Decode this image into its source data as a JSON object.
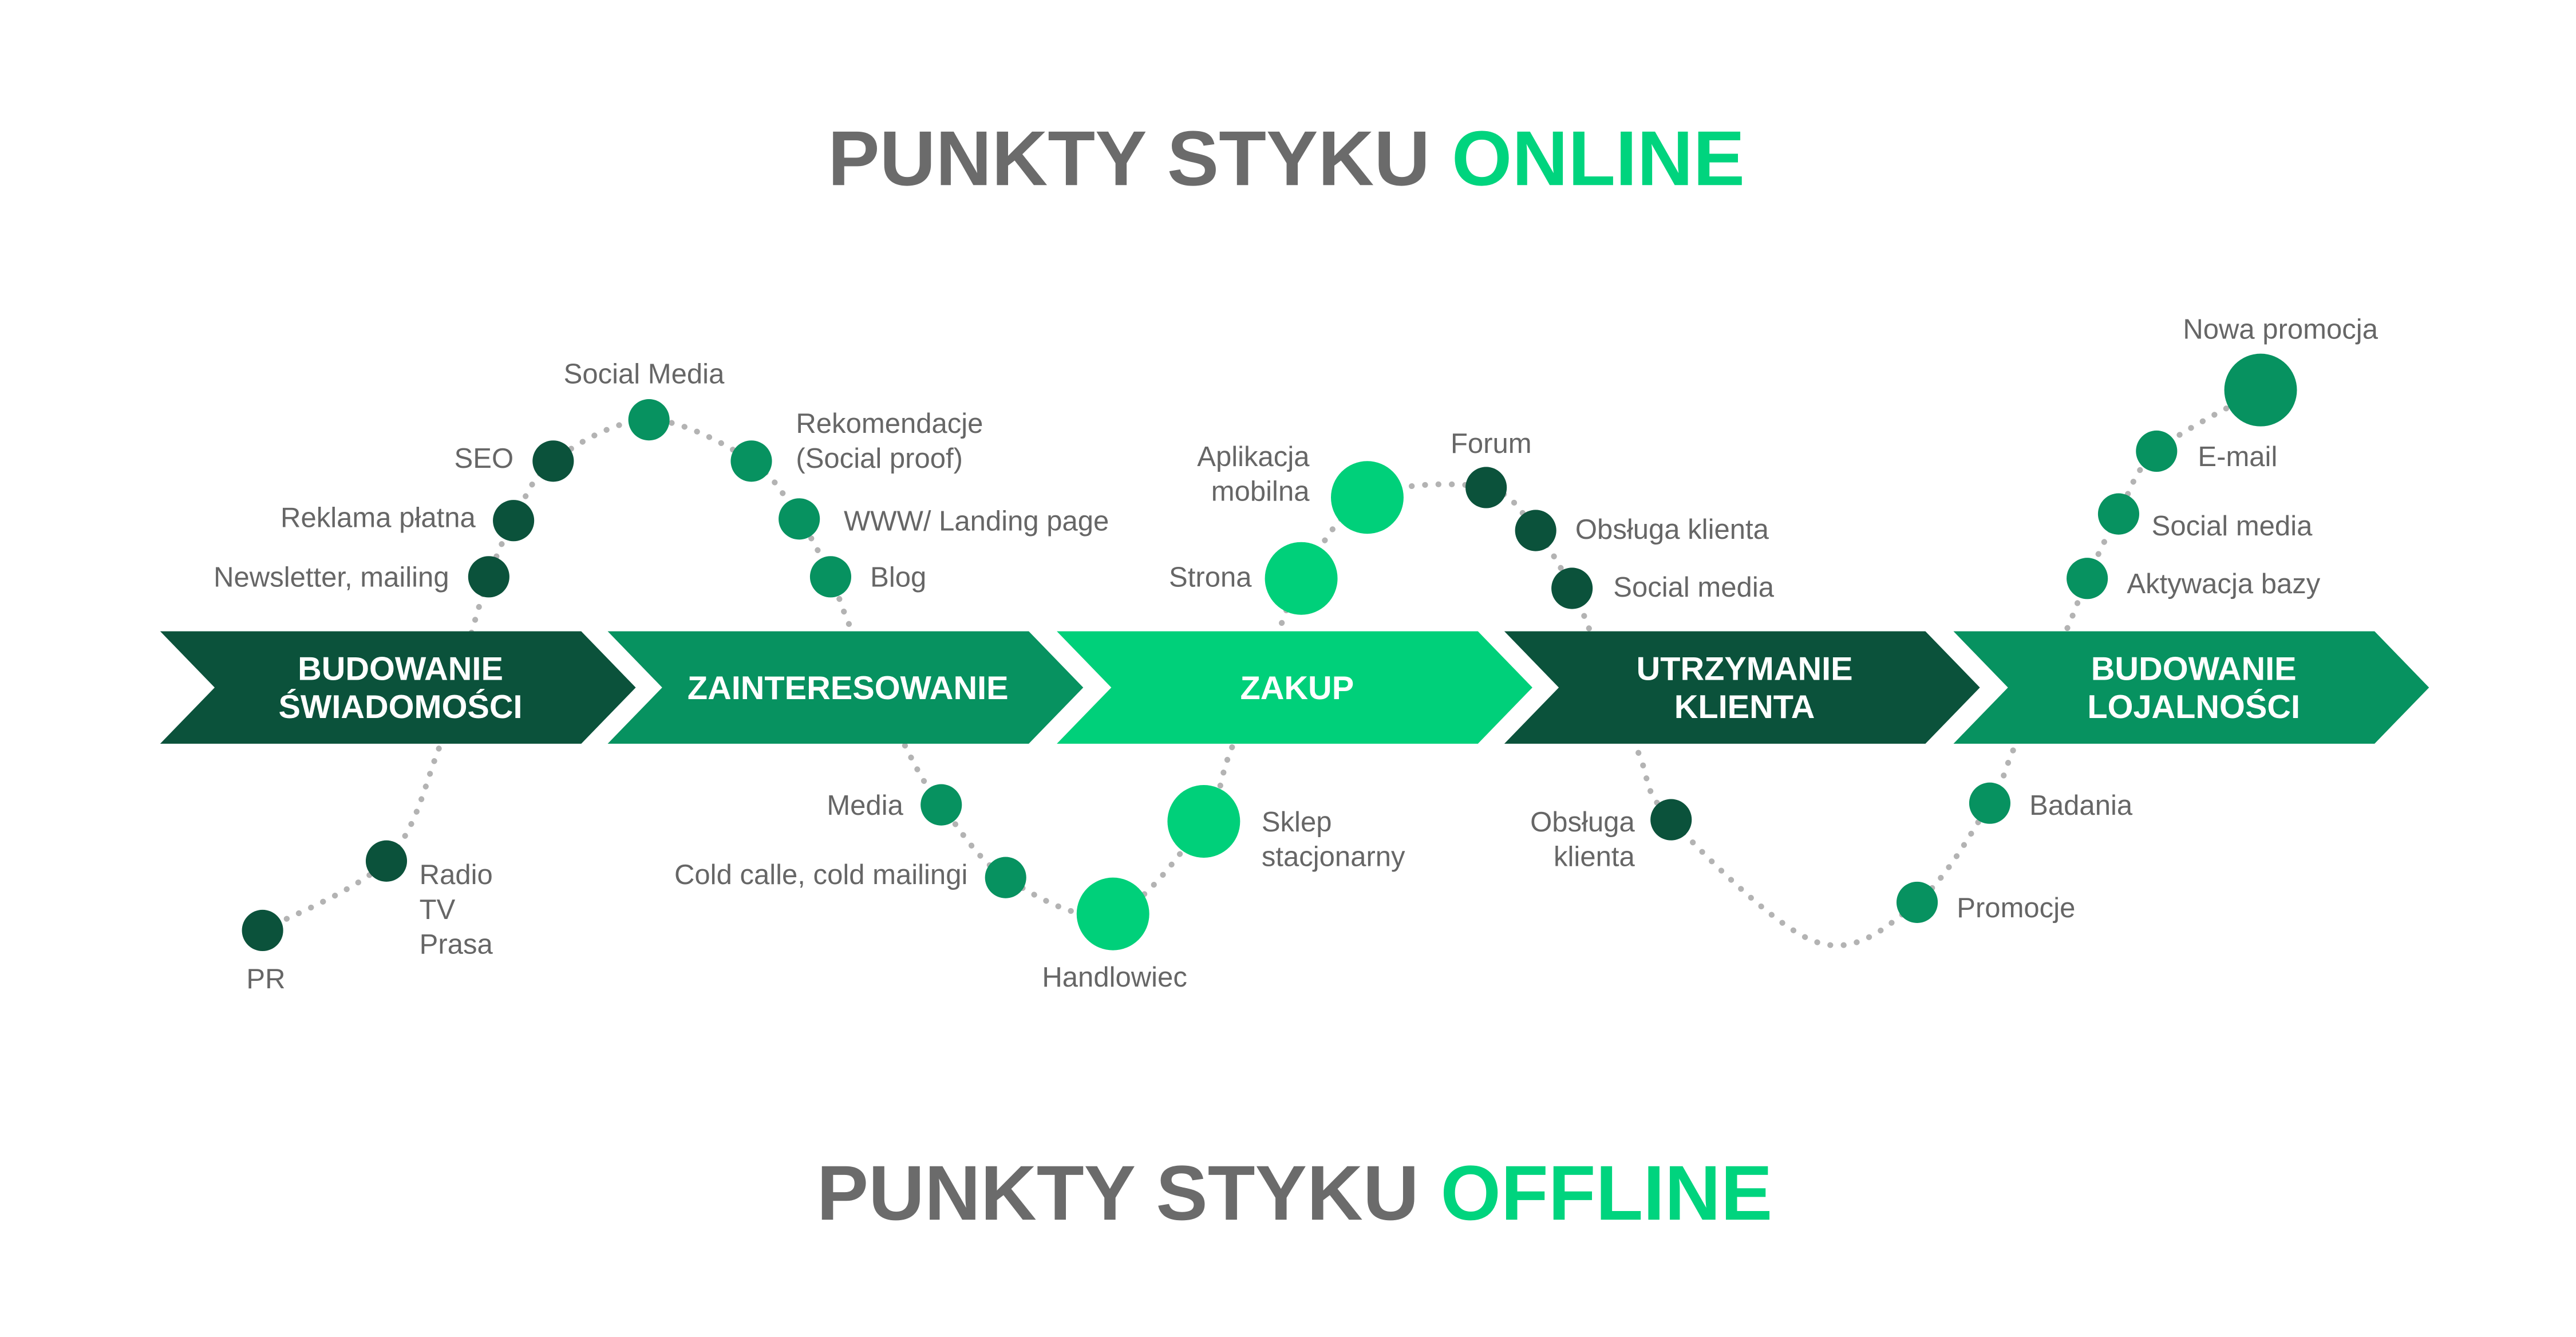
{
  "colors": {
    "dark": "#0b523b",
    "mid": "#079260",
    "bright": "#00d07a",
    "title_grey": "#6b6b6b",
    "title_green": "#00d47e",
    "dots_line": "#b3b3b3"
  },
  "title_top": {
    "prefix": "PUNKTY STYKU ",
    "highlight": "ONLINE"
  },
  "title_bottom": {
    "prefix": "PUNKTY STYKU ",
    "highlight": "OFFLINE"
  },
  "stages": [
    {
      "lines": [
        "BUDOWANIE",
        "ŚWIADOMOŚCI"
      ],
      "color": "dark"
    },
    {
      "lines": [
        "ZAINTERESOWANIE"
      ],
      "color": "mid"
    },
    {
      "lines": [
        "ZAKUP"
      ],
      "color": "bright"
    },
    {
      "lines": [
        "UTRZYMANIE",
        "KLIENTA"
      ],
      "color": "dark"
    },
    {
      "lines": [
        "BUDOWANIE",
        "LOJALNOŚCI"
      ],
      "color": "mid"
    }
  ],
  "touchpoints": [
    {
      "label": "PR",
      "channel": "offline",
      "stage": 0,
      "color": "dark",
      "size": "small"
    },
    {
      "label": "Radio\nTV\nPrasa",
      "channel": "offline",
      "stage": 0,
      "color": "dark",
      "size": "small"
    },
    {
      "label": "Newsletter, mailing",
      "channel": "online",
      "stage": 0,
      "color": "dark",
      "size": "small"
    },
    {
      "label": "Reklama płatna",
      "channel": "online",
      "stage": 0,
      "color": "dark",
      "size": "small"
    },
    {
      "label": "SEO",
      "channel": "online",
      "stage": 0,
      "color": "dark",
      "size": "small"
    },
    {
      "label": "Social Media",
      "channel": "online",
      "stage": 1,
      "color": "mid",
      "size": "small"
    },
    {
      "label": "Rekomendacje\n(Social proof)",
      "channel": "online",
      "stage": 1,
      "color": "mid",
      "size": "small"
    },
    {
      "label": "WWW/ Landing page",
      "channel": "online",
      "stage": 1,
      "color": "mid",
      "size": "small"
    },
    {
      "label": "Blog",
      "channel": "online",
      "stage": 1,
      "color": "mid",
      "size": "small"
    },
    {
      "label": "Media",
      "channel": "offline",
      "stage": 1,
      "color": "mid",
      "size": "small"
    },
    {
      "label": "Cold calle,  cold mailingi",
      "channel": "offline",
      "stage": 1,
      "color": "mid",
      "size": "small"
    },
    {
      "label": "Handlowiec",
      "channel": "offline",
      "stage": 2,
      "color": "bright",
      "size": "large"
    },
    {
      "label": "Sklep\nstacjonarny",
      "channel": "offline",
      "stage": 2,
      "color": "bright",
      "size": "large"
    },
    {
      "label": "Strona",
      "channel": "online",
      "stage": 2,
      "color": "bright",
      "size": "large"
    },
    {
      "label": "Aplikacja\nmobilna",
      "channel": "online",
      "stage": 2,
      "color": "bright",
      "size": "large"
    },
    {
      "label": "Forum",
      "channel": "online",
      "stage": 3,
      "color": "dark",
      "size": "small"
    },
    {
      "label": "Obsługa klienta",
      "channel": "online",
      "stage": 3,
      "color": "dark",
      "size": "small"
    },
    {
      "label": "Social media",
      "channel": "online",
      "stage": 3,
      "color": "dark",
      "size": "small"
    },
    {
      "label": "Obsługa\nklienta",
      "channel": "offline",
      "stage": 3,
      "color": "dark",
      "size": "small"
    },
    {
      "label": "Promocje",
      "channel": "offline",
      "stage": 4,
      "color": "mid",
      "size": "small"
    },
    {
      "label": "Badania",
      "channel": "offline",
      "stage": 4,
      "color": "mid",
      "size": "small"
    },
    {
      "label": "Aktywacja bazy",
      "channel": "online",
      "stage": 4,
      "color": "mid",
      "size": "small"
    },
    {
      "label": "Social media",
      "channel": "online",
      "stage": 4,
      "color": "mid",
      "size": "small"
    },
    {
      "label": "E-mail",
      "channel": "online",
      "stage": 4,
      "color": "mid",
      "size": "small"
    },
    {
      "label": "Nowa promocja",
      "channel": "online",
      "stage": 4,
      "color": "mid",
      "size": "large"
    }
  ]
}
